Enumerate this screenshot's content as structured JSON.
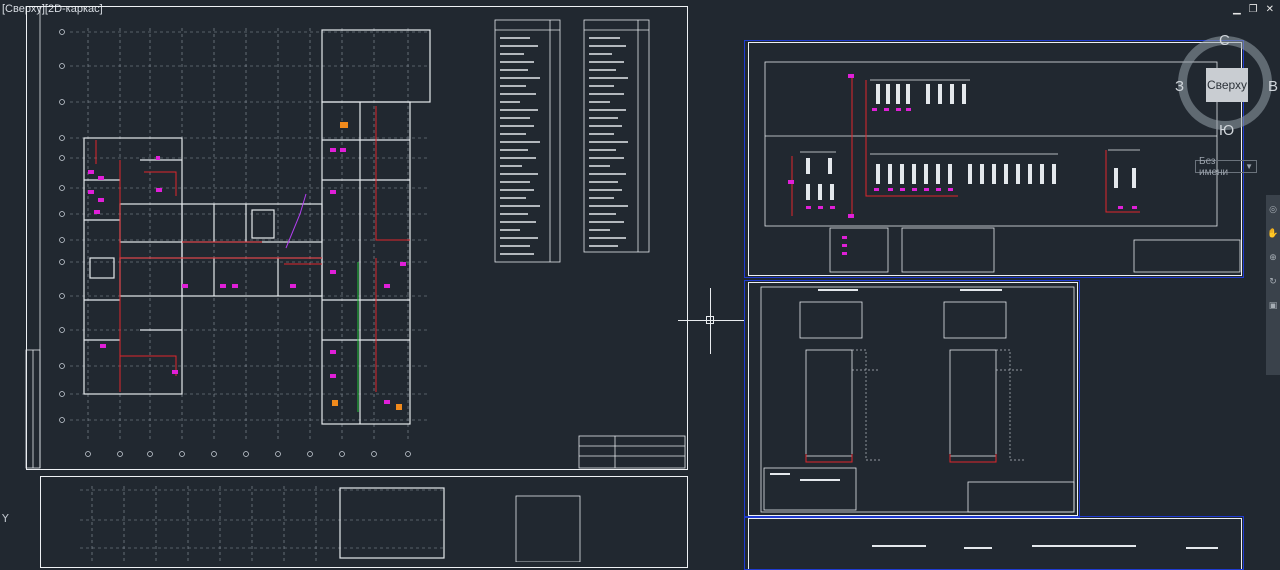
{
  "viewport": {
    "view_label": "[Сверху]",
    "visual_style_label": "[2D-каркас]"
  },
  "window_controls": {
    "minimize": "▁",
    "restore": "❐",
    "close": "✕"
  },
  "viewcube": {
    "face": "Сверху",
    "north": "С",
    "south": "Ю",
    "west": "З",
    "east": "В"
  },
  "ucs_selector": {
    "value": "Без имени",
    "icon": "chevron-down-icon"
  },
  "ucs_icon_label": "Y",
  "colors": {
    "background": "#212830",
    "sheet_border": "#eef1f4",
    "frame_blue": "#1f3bd1",
    "wire_red": "#e0262b",
    "device_magenta": "#e01fd8",
    "orange": "#f08a1c",
    "green": "#23c43a"
  }
}
